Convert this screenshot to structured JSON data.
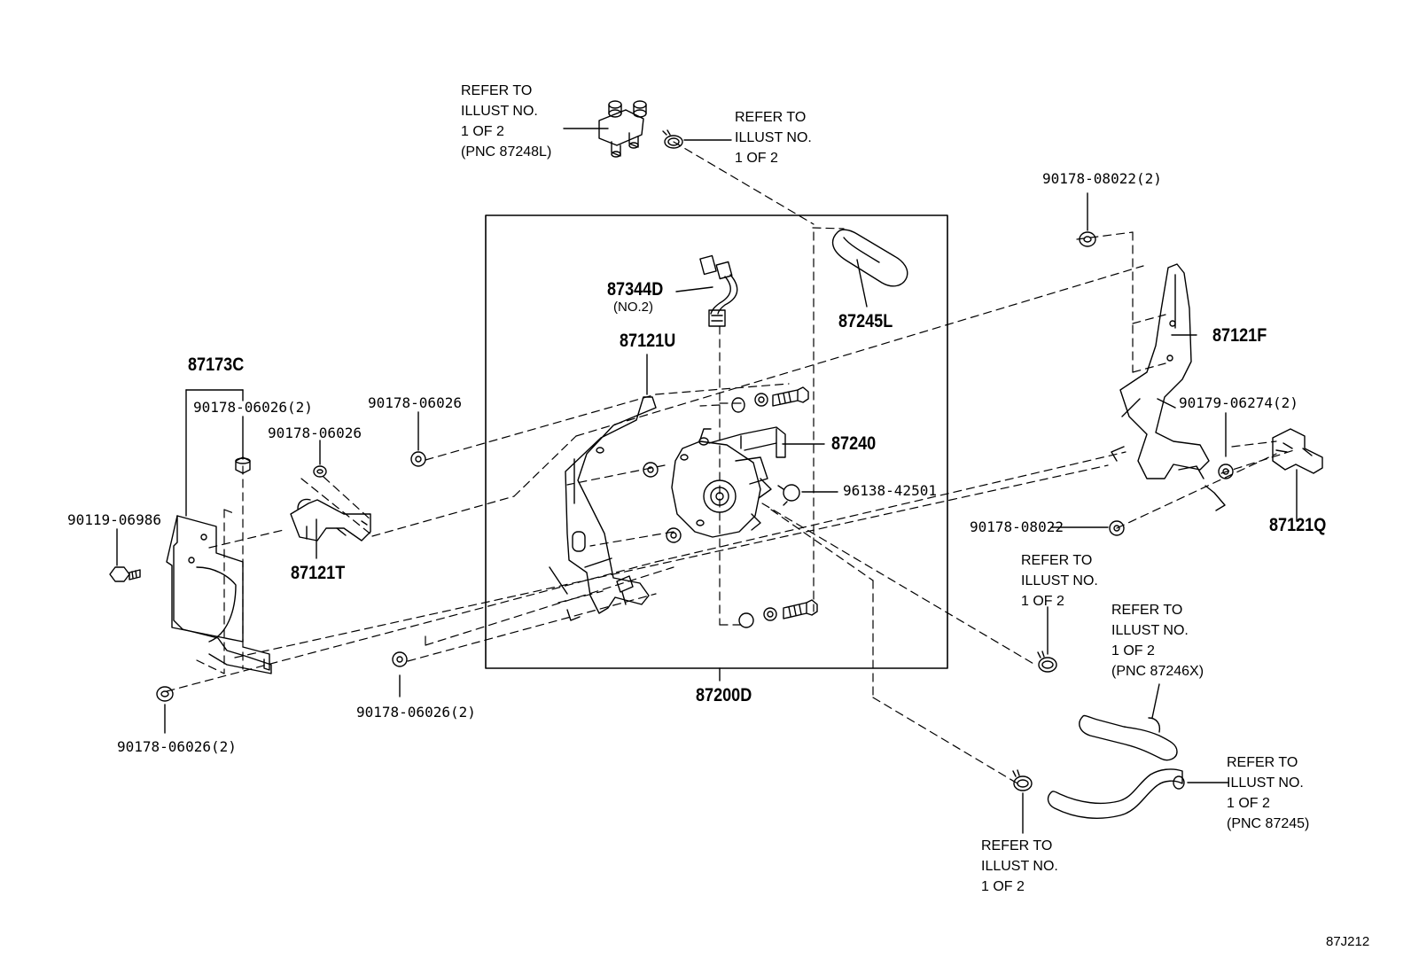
{
  "diagram_code": "87J212",
  "assembly": {
    "part_no": "87200D"
  },
  "parts": {
    "p87344D": "87344D",
    "p87344D_sub": "(NO.2)",
    "p87121U": "87121U",
    "p87245L": "87245L",
    "p87240": "87240",
    "p96138": "96138-42501",
    "p87173C": "87173C",
    "p90178_06026_2_a": "90178-06026(2)",
    "p90178_06026_a": "90178-06026",
    "p90178_06026_b": "90178-06026",
    "p90119": "90119-06986",
    "p87121T": "87121T",
    "p90178_06026_2_b": "90178-06026(2)",
    "p90178_06026_2_c": "90178-06026(2)",
    "p90178_08022_2": "90178-08022(2)",
    "p87121F": "87121F",
    "p90179": "90179-06274(2)",
    "p90178_08022": "90178-08022",
    "p87121Q": "87121Q"
  },
  "notes": {
    "n1": "REFER TO\nILLUST NO.\n1 OF 2\n(PNC 87248L)",
    "n2": "REFER TO\nILLUST NO.\n1 OF 2",
    "n3": "REFER TO\nILLUST NO.\n1 OF 2",
    "n4": "REFER TO\nILLUST NO.\n1 OF 2\n(PNC 87246X)",
    "n5": "REFER TO\nILLUST NO.\n1 OF 2\n(PNC 87245)",
    "n6": "REFER TO\nILLUST NO.\n1 OF 2"
  },
  "icons": [
    "bolt-icon",
    "nut-icon",
    "clamp-icon",
    "hose-icon",
    "bracket-icon",
    "valve-icon",
    "connector-icon"
  ]
}
